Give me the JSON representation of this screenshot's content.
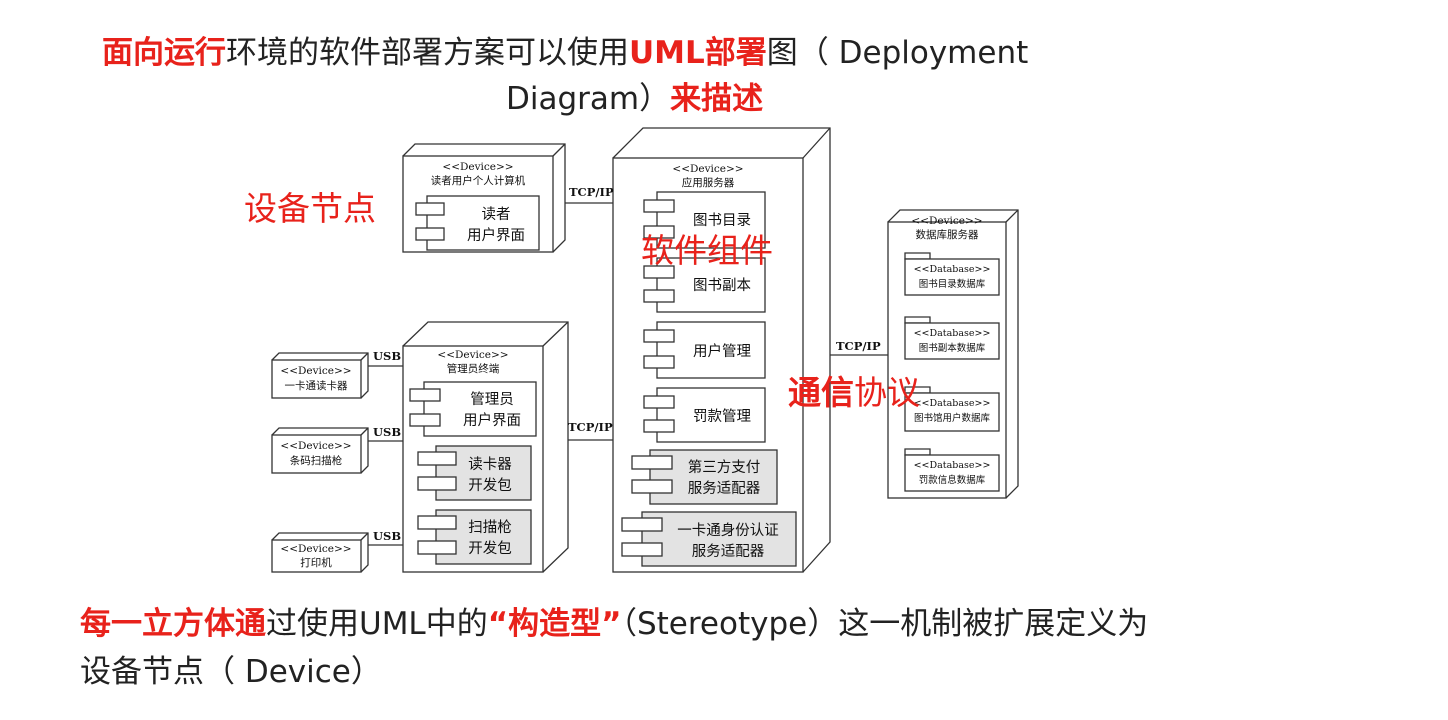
{
  "heading": {
    "line1_red": "面向运行",
    "line1_a": "环境的软件部署方案可以使用",
    "line1_red2": "UML部署",
    "line1_b": "图（ Deployment",
    "line2_a": "Diagram）",
    "line2_red": "来描述"
  },
  "annotations": {
    "device_node": "设备节点",
    "software_component": "软件组件",
    "protocol_bold": "通信",
    "protocol_rest": "协议"
  },
  "footer": {
    "line1_red": "每一立方体通",
    "line1_a": "过使用UML中的",
    "line1_red2": "“构造型”",
    "line1_b": "（Stereotype）这一机制被扩展定义为",
    "line2": "设备节点（ Device）"
  },
  "diagram": {
    "stereotype_device": "<<Device>>",
    "stereotype_database": "<<Database>>",
    "reader_pc": {
      "name": "读者用户个人计算机",
      "component_line1": "读者",
      "component_line2": "用户界面"
    },
    "app_server": {
      "name": "应用服务器",
      "components": [
        {
          "line1": "图书目录",
          "line2": ""
        },
        {
          "line1": "图书副本",
          "line2": ""
        },
        {
          "line1": "用户管理",
          "line2": ""
        },
        {
          "line1": "罚款管理",
          "line2": ""
        },
        {
          "line1": "第三方支付",
          "line2": "服务适配器"
        },
        {
          "line1": "一卡通身份认证",
          "line2": "服务适配器"
        }
      ]
    },
    "db_server": {
      "name": "数据库服务器",
      "databases": [
        "图书目录数据库",
        "图书副本数据库",
        "图书馆用户数据库",
        "罚款信息数据库"
      ]
    },
    "admin_terminal": {
      "name": "管理员终端",
      "components": [
        {
          "line1": "管理员",
          "line2": "用户界面"
        },
        {
          "line1": "读卡器",
          "line2": "开发包"
        },
        {
          "line1": "扫描枪",
          "line2": "开发包"
        }
      ]
    },
    "peripherals": [
      "一卡通读卡器",
      "条码扫描枪",
      "打印机"
    ],
    "link_tcp": "TCP/IP",
    "link_usb": "USB"
  }
}
